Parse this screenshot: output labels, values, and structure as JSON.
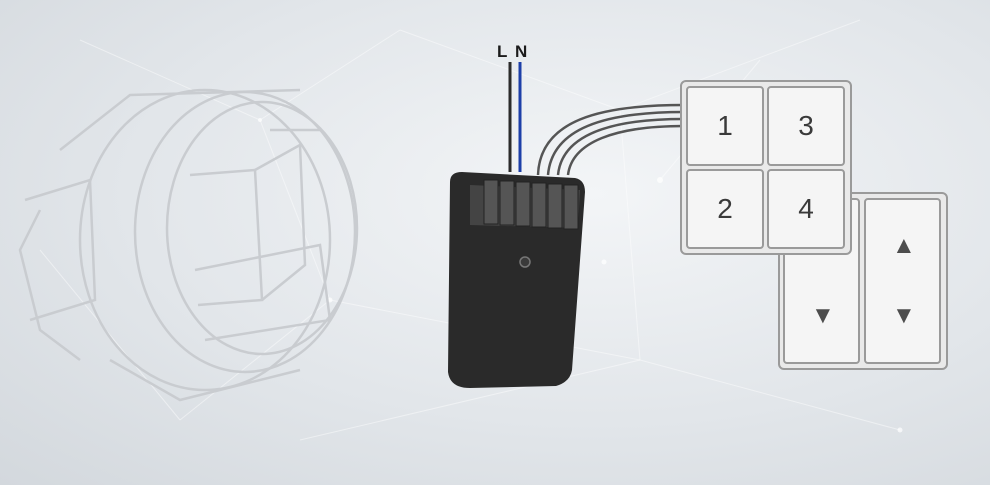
{
  "wires": {
    "live_label": "L",
    "neutral_label": "N"
  },
  "keypad": {
    "keys": [
      "1",
      "2",
      "3",
      "4"
    ]
  },
  "rocker": {
    "arrows": [
      "▼",
      "▲",
      "▼"
    ]
  },
  "colors": {
    "neutral_wire": "#1d3fa8",
    "live_wire": "#2b2b2b",
    "module_body": "#2a2a2a",
    "keypad_face": "#f5f5f5",
    "keypad_frame": "#9a9a9a"
  }
}
